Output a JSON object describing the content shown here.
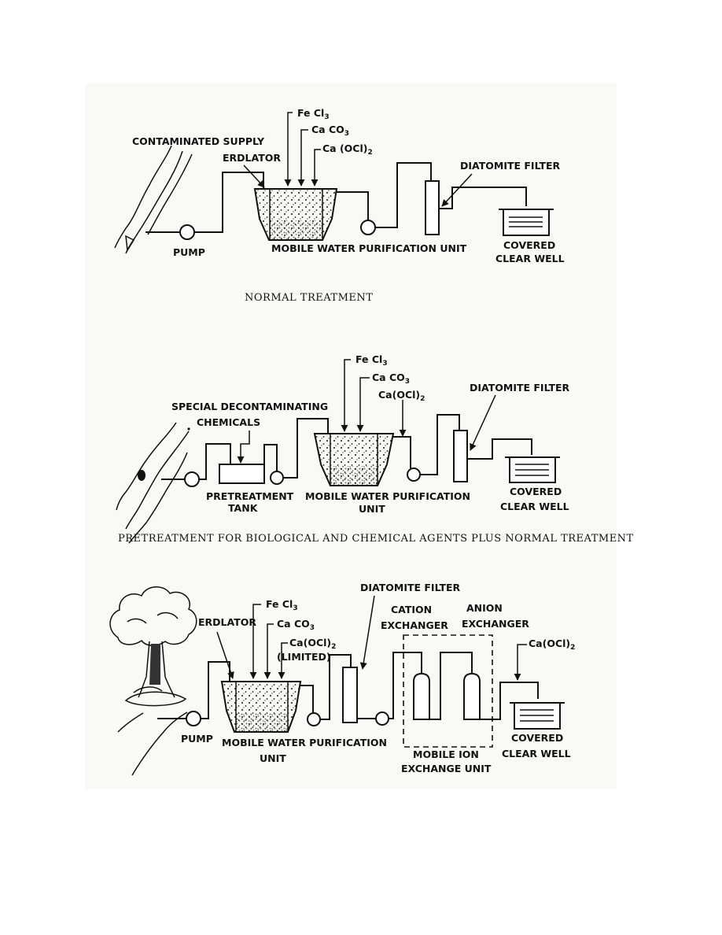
{
  "panels": [
    {
      "labels": {
        "source": "CONTAMINATED SUPPLY",
        "erdlator": "ERDLATOR",
        "chem1": "Fe Cl",
        "chem1_sub": "3",
        "chem2": "Ca CO",
        "chem2_sub": "3",
        "chem3": "Ca (OCl)",
        "chem3_sub": "2",
        "filter": "DIATOMITE FILTER",
        "pump": "PUMP",
        "unit": "MOBILE WATER PURIFICATION UNIT",
        "well1": "COVERED",
        "well2": "CLEAR WELL"
      },
      "caption": "NORMAL TREATMENT"
    },
    {
      "labels": {
        "special1": "SPECIAL DECONTAMINATING",
        "special2": "CHEMICALS",
        "chem1": "Fe Cl",
        "chem1_sub": "3",
        "chem2": "Ca CO",
        "chem2_sub": "3",
        "chem3": "Ca(OCl)",
        "chem3_sub": "2",
        "filter": "DIATOMITE FILTER",
        "tank1": "PRETREATMENT",
        "tank2": "TANK",
        "unit1": "MOBILE WATER PURIFICATION",
        "unit2": "UNIT",
        "well1": "COVERED",
        "well2": "CLEAR WELL"
      },
      "caption": "PRETREATMENT FOR BIOLOGICAL AND CHEMICAL AGENTS PLUS NORMAL TREATMENT"
    },
    {
      "labels": {
        "erdlator": "ERDLATOR",
        "chem1": "Fe Cl",
        "chem1_sub": "3",
        "chem2": "Ca CO",
        "chem2_sub": "3",
        "chem3": "Ca(OCl)",
        "chem3_sub": "2",
        "limited": "(LIMITED)",
        "filter": "DIATOMITE FILTER",
        "cation1": "CATION",
        "cation2": "EXCHANGER",
        "anion1": "ANION",
        "anion2": "EXCHANGER",
        "chem4": "Ca(OCl)",
        "chem4_sub": "2",
        "pump": "PUMP",
        "unit1": "MOBILE WATER PURIFICATION",
        "unit2": "UNIT",
        "ion1": "MOBILE ION",
        "ion2": "EXCHANGE UNIT",
        "well1": "COVERED",
        "well2": "CLEAR WELL"
      }
    }
  ]
}
